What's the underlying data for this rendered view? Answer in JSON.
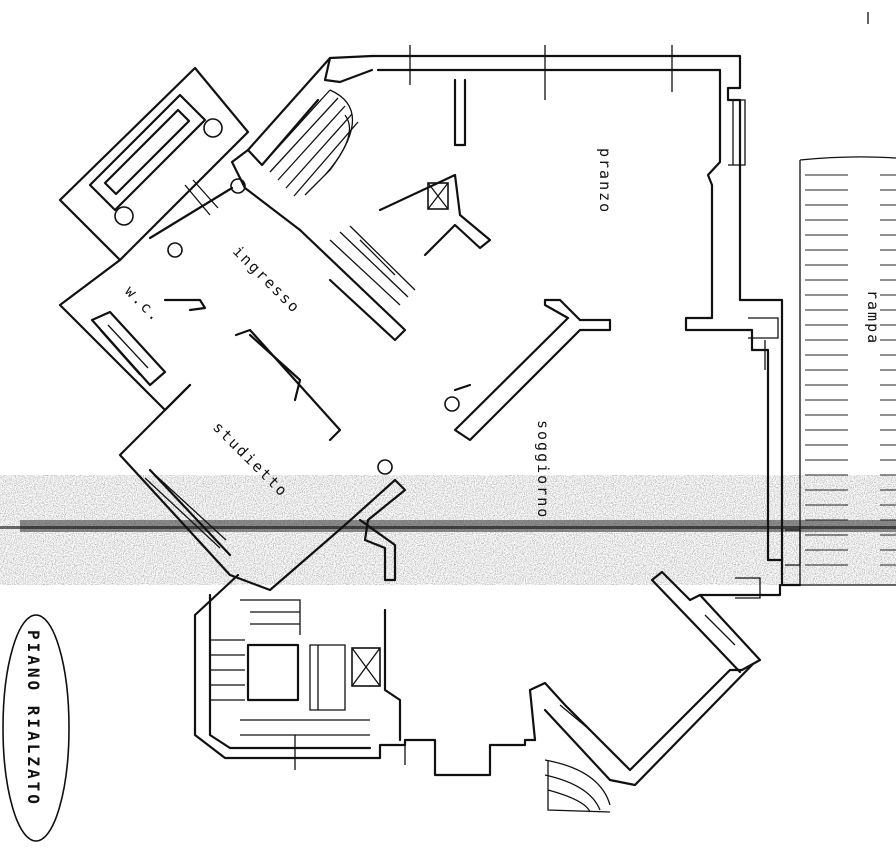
{
  "rooms": {
    "pranzo": "pranzo",
    "ingresso": "ingresso",
    "wc": "w.c.",
    "studietto": "studietto",
    "soggiorno": "soggiorno",
    "rampa": "rampa"
  },
  "title": "PIANO RIALZATO"
}
